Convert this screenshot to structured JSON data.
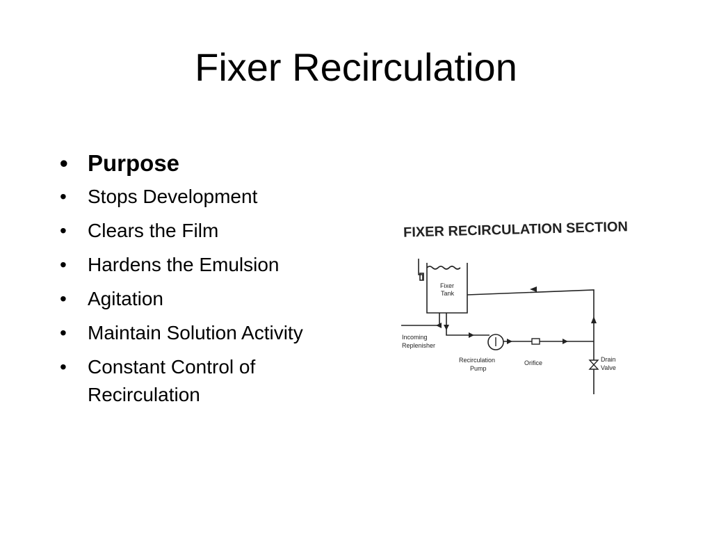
{
  "slide": {
    "title": "Fixer Recirculation",
    "bullets": [
      "Purpose",
      "Stops Development",
      "Clears the Film",
      "Hardens the Emulsion",
      "Agitation",
      "Maintain Solution Activity",
      "Constant Control of Recirculation"
    ],
    "bullet_symbol": "•"
  },
  "diagram": {
    "heading": "FIXER RECIRCULATION SECTION",
    "tank_label_line1": "Fixer",
    "tank_label_line2": "Tank",
    "replenisher_line1": "Incoming",
    "replenisher_line2": "Replenisher",
    "pump_line1": "Recirculation",
    "pump_line2": "Pump",
    "orifice": "Orifice",
    "drain_line1": "Drain",
    "drain_line2": "Valve"
  },
  "colors": {
    "text": "#000000",
    "background": "#ffffff",
    "diagram_ink": "#222222"
  }
}
